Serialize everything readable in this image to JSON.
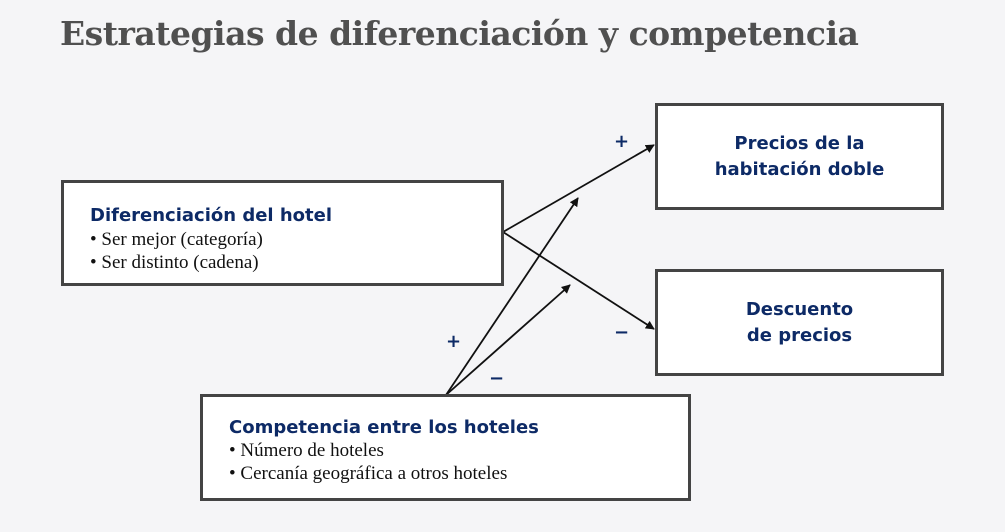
{
  "title": "Estrategias de diferenciación y competencia",
  "boxes": {
    "differentiation": {
      "heading": "Diferenciación del hotel",
      "items": [
        "Ser mejor (categoría)",
        "Ser distinto (cadena)"
      ]
    },
    "competition": {
      "heading": "Competencia entre los hoteles",
      "items": [
        "Número de hoteles",
        "Cercanía geográfica a otros hoteles"
      ]
    },
    "room_price": {
      "line1": "Precios de la",
      "line2": "habitación doble"
    },
    "discount": {
      "line1": "Descuento",
      "line2": "de precios"
    }
  },
  "signs": {
    "diff_to_price": "+",
    "diff_to_discount": "−",
    "comp_plus": "+",
    "comp_minus": "−"
  },
  "colors": {
    "background": "#f5f5f7",
    "title": "#505050",
    "heading": "#0d2a66",
    "border": "#444444",
    "arrow": "#111111"
  }
}
